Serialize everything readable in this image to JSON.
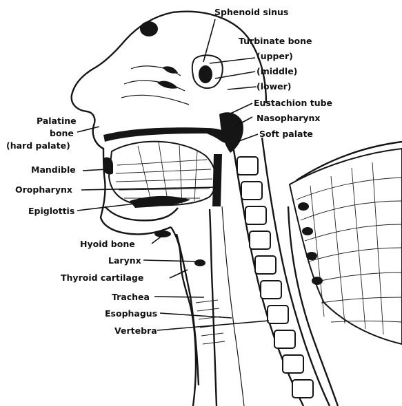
{
  "labels": {
    "sphenoid_sinus": "Sphenoid sinus",
    "turbinate_bone": "Turbinate bone",
    "upper": "(upper)",
    "middle": "(middle)",
    "lower": "(lower)",
    "eustachian_tube": "Eustachion tube",
    "nasopharynx": "Nasopharynx",
    "soft_palate": "Soft palate",
    "palatine_line1": "Palatine",
    "palatine_line2": "bone",
    "palatine_line3": "(hard palate)",
    "mandible": "Mandible",
    "oropharynx": "Oropharynx",
    "epiglottis": "Epiglottis",
    "hyoid_bone": "Hyoid bone",
    "larynx": "Larynx",
    "thyroid_cartilage": "Thyroid cartilage",
    "trachea": "Trachea",
    "esophagus": "Esophagus",
    "vertebra": "Vertebra"
  },
  "colors": {
    "ink": "#151515",
    "background": "#ffffff"
  }
}
